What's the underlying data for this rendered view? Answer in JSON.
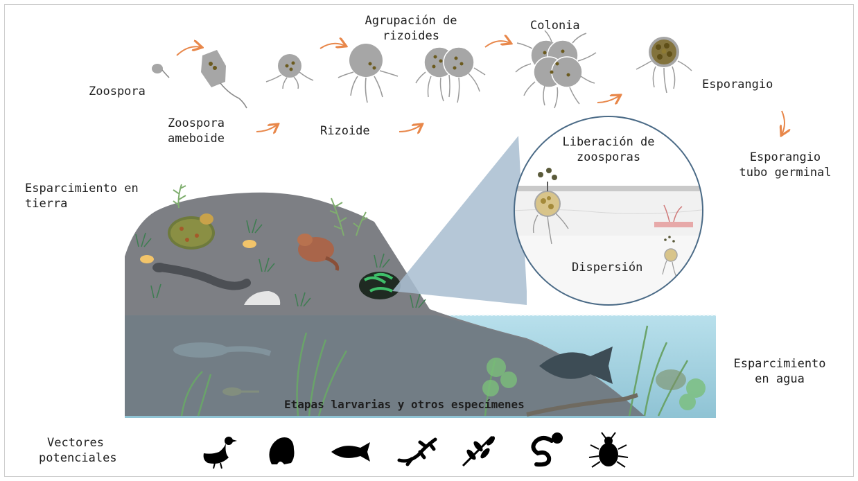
{
  "lifecycle": {
    "zoospora": "Zoospora",
    "zoospora_ameboide": "Zoospora\nameboide",
    "rizoide": "Rizoide",
    "agrupacion": "Agrupación de\nrizoides",
    "colonia": "Colonia",
    "esporangio": "Esporangio",
    "esporangio_tubo": "Esporangio\ntubo germinal"
  },
  "inset": {
    "liberacion": "Liberación de\nzoosporas",
    "dispersion": "Dispersión"
  },
  "habitat": {
    "tierra": "Esparcimiento en\ntierra",
    "agua": "Esparcimiento\nen agua",
    "larvas": "Etapas larvarias y otros especímenes"
  },
  "vectors": {
    "label": "Vectores\npotenciales",
    "icons": [
      "duck-icon",
      "frog-icon",
      "fish-icon",
      "lizard-icon",
      "plant-icon",
      "snake-icon",
      "beetle-icon"
    ]
  },
  "colors": {
    "arrow": "#e8874a",
    "rock": "#7d7f84",
    "water": "#a9d6e4",
    "fungus": "#a9a9a9",
    "spore": "#6b5a1e"
  }
}
